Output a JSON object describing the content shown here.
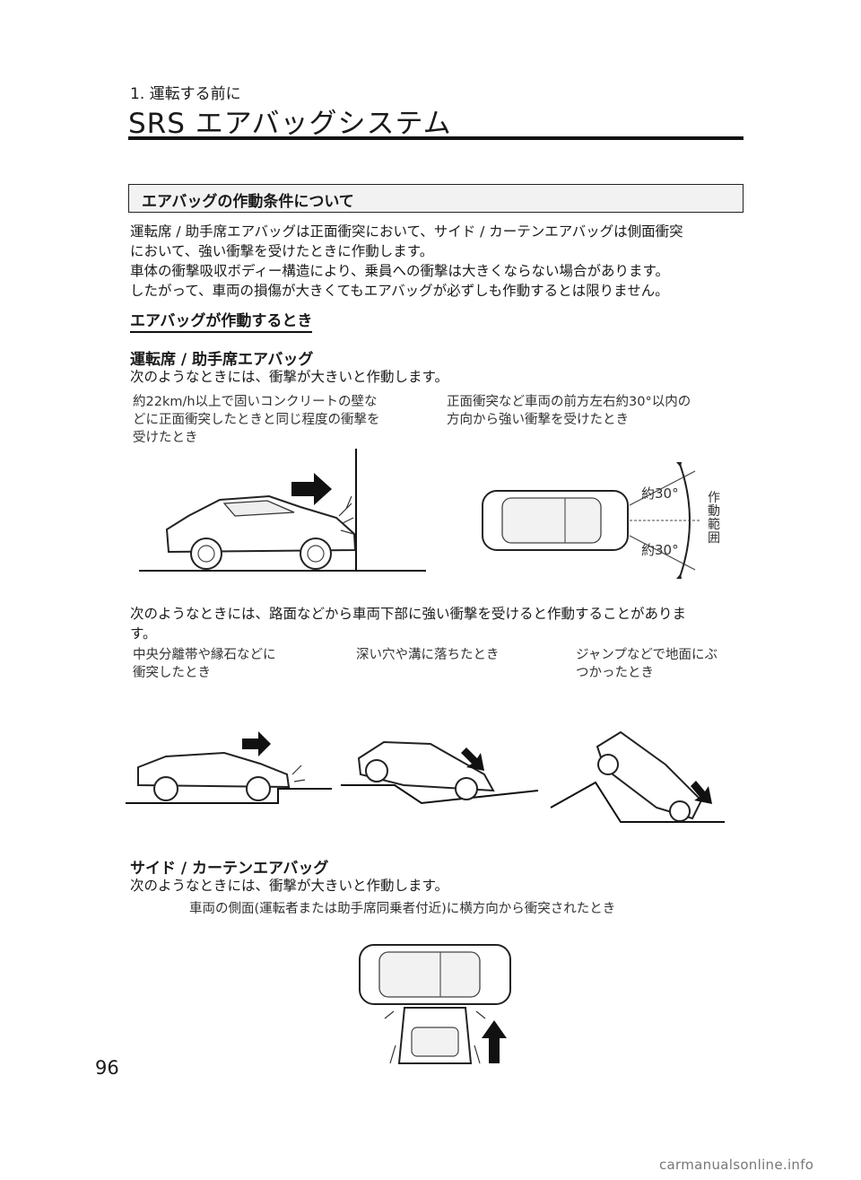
{
  "header": {
    "breadcrumb": "1. 運転する前に",
    "title": "SRS エアバッグシステム"
  },
  "section": {
    "box_title": "エアバッグの作動条件について",
    "intro": [
      "運転席 / 助手席エアバッグは正面衝突において、サイド / カーテンエアバッグは側面衝突",
      "において、強い衝撃を受けたときに作動します。",
      "車体の衝撃吸収ボディー構造により、乗員への衝撃は大きくならない場合があります。",
      "したがって、車両の損傷が大きくてもエアバッグが必ずしも作動するとは限りません。"
    ],
    "when_heading": "エアバッグが作動するとき"
  },
  "front": {
    "heading": "運転席 / 助手席エアバッグ",
    "lead": "次のようなときには、衝撃が大きいと作動します。",
    "cap1": [
      "約22km/h以上で固いコンクリートの壁な",
      "どに正面衝突したときと同じ程度の衝撃を",
      "受けたとき"
    ],
    "cap2": [
      "正面衝突など車両の前方左右約30°以内の",
      "方向から強い衝撃を受けたとき"
    ],
    "angle_top": "約30°",
    "angle_bottom": "約30°",
    "range_label": [
      "作",
      "動",
      "範",
      "囲"
    ]
  },
  "under": {
    "lead": [
      "次のようなときには、路面などから車両下部に強い衝撃を受けると作動することがありま",
      "す。"
    ],
    "cap1": [
      "中央分離帯や縁石などに",
      "衝突したとき"
    ],
    "cap2": [
      "深い穴や溝に落ちたとき"
    ],
    "cap3": [
      "ジャンプなどで地面にぶ",
      "つかったとき"
    ]
  },
  "side": {
    "heading": "サイド / カーテンエアバッグ",
    "lead": "次のようなときには、衝撃が大きいと作動します。",
    "cap": "車両の側面(運転者または助手席同乗者付近)に横方向から衝突されたとき"
  },
  "page_number": "96",
  "footer": "carmanualsonline.info"
}
